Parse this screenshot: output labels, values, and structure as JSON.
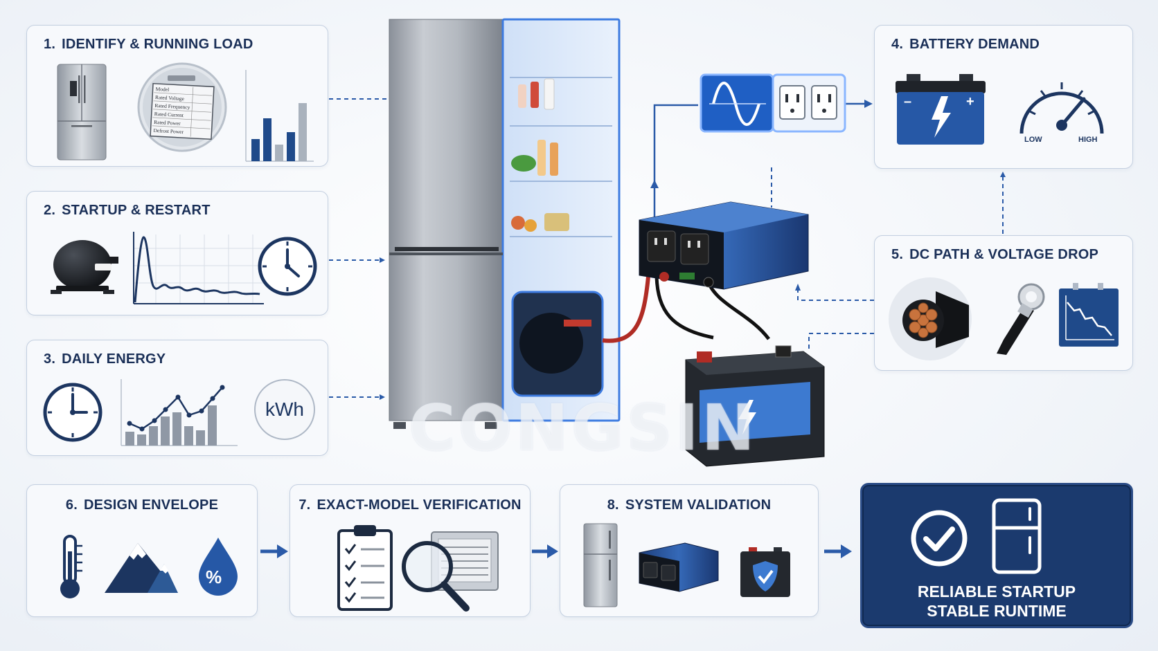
{
  "steps": [
    {
      "num": "1.",
      "title": "IDENTIFY & RUNNING LOAD"
    },
    {
      "num": "2.",
      "title": "STARTUP & RESTART"
    },
    {
      "num": "3.",
      "title": "DAILY ENERGY"
    },
    {
      "num": "4.",
      "title": "BATTERY DEMAND"
    },
    {
      "num": "5.",
      "title": "DC PATH & VOLTAGE DROP"
    },
    {
      "num": "6.",
      "title": "DESIGN ENVELOPE"
    },
    {
      "num": "7.",
      "title": "EXACT-MODEL VERIFICATION"
    },
    {
      "num": "8.",
      "title": "SYSTEM VALIDATION"
    }
  ],
  "nameplate": {
    "lines": [
      "Model",
      "Rated Voltage",
      "Rated Frequency",
      "Rated Current",
      "Rated Power",
      "Defrost Power"
    ]
  },
  "energy_unit": "kWh",
  "gauge": {
    "low": "LOW",
    "high": "HIGH"
  },
  "final": {
    "line1": "RELIABLE STARTUP",
    "line2": "STABLE RUNTIME"
  },
  "watermark": "CONGSIN",
  "colors": {
    "navy": "#1b3a6e",
    "blue": "#2a5aa8",
    "accent": "#3d7be0",
    "copper": "#c8733d"
  }
}
